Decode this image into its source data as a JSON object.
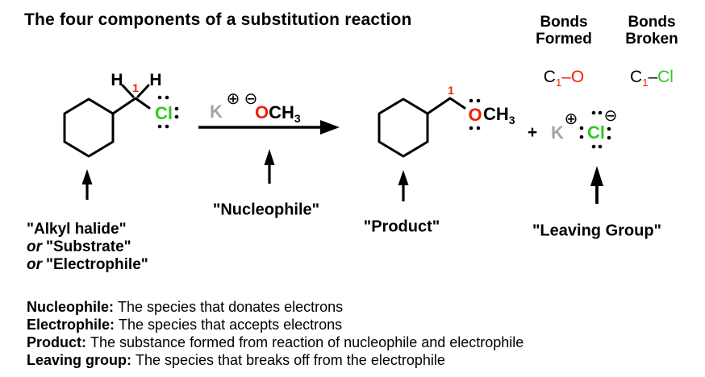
{
  "title": "The four components of a substitution reaction",
  "colors": {
    "red": "#EE2200",
    "green": "#2FC91E",
    "gray": "#A5A5A5",
    "black": "#000000"
  },
  "bonds_panel": {
    "formed": {
      "header_line1": "Bonds",
      "header_line2": "Formed",
      "carbon": "C",
      "carbon_sub": "1",
      "dash": "–",
      "atom": "O"
    },
    "broken": {
      "header_line1": "Bonds",
      "header_line2": "Broken",
      "carbon": "C",
      "carbon_sub": "1",
      "dash": "–",
      "atom": "Cl"
    }
  },
  "scheme": {
    "alkyl_halide": {
      "h_left": "H",
      "h_right": "H",
      "c1": "1",
      "halogen": "Cl"
    },
    "reagent": {
      "cation": "K",
      "plus_circle": "⊕",
      "minus_circle": "⊖",
      "oxygen": "O",
      "methyl": "CH",
      "methyl_sub": "3"
    },
    "product": {
      "c1": "1",
      "oxygen": "O",
      "methyl": "CH",
      "methyl_sub": "3"
    },
    "byproduct": {
      "plus": "+",
      "cation": "K",
      "plus_circle": "⊕",
      "minus_circle": "⊖",
      "anion": "Cl"
    }
  },
  "labels": {
    "alkyl_halide_line1": "\"Alkyl halide\"",
    "alkyl_halide_line2_or": "or",
    "alkyl_halide_line2": "\"Substrate\"",
    "alkyl_halide_line3_or": "or",
    "alkyl_halide_line3": "\"Electrophile\"",
    "nucleophile": "\"Nucleophile\"",
    "product": "\"Product\"",
    "leaving_group": "\"Leaving Group\""
  },
  "definitions": [
    {
      "term": "Nucleophile:",
      "text": "The species that donates electrons"
    },
    {
      "term": "Electrophile:",
      "text": "The species that accepts electrons"
    },
    {
      "term": "Product:",
      "text": "The substance formed from reaction of nucleophile and electrophile"
    },
    {
      "term": "Leaving group:",
      "text": "The species that breaks off from the electrophile"
    }
  ]
}
